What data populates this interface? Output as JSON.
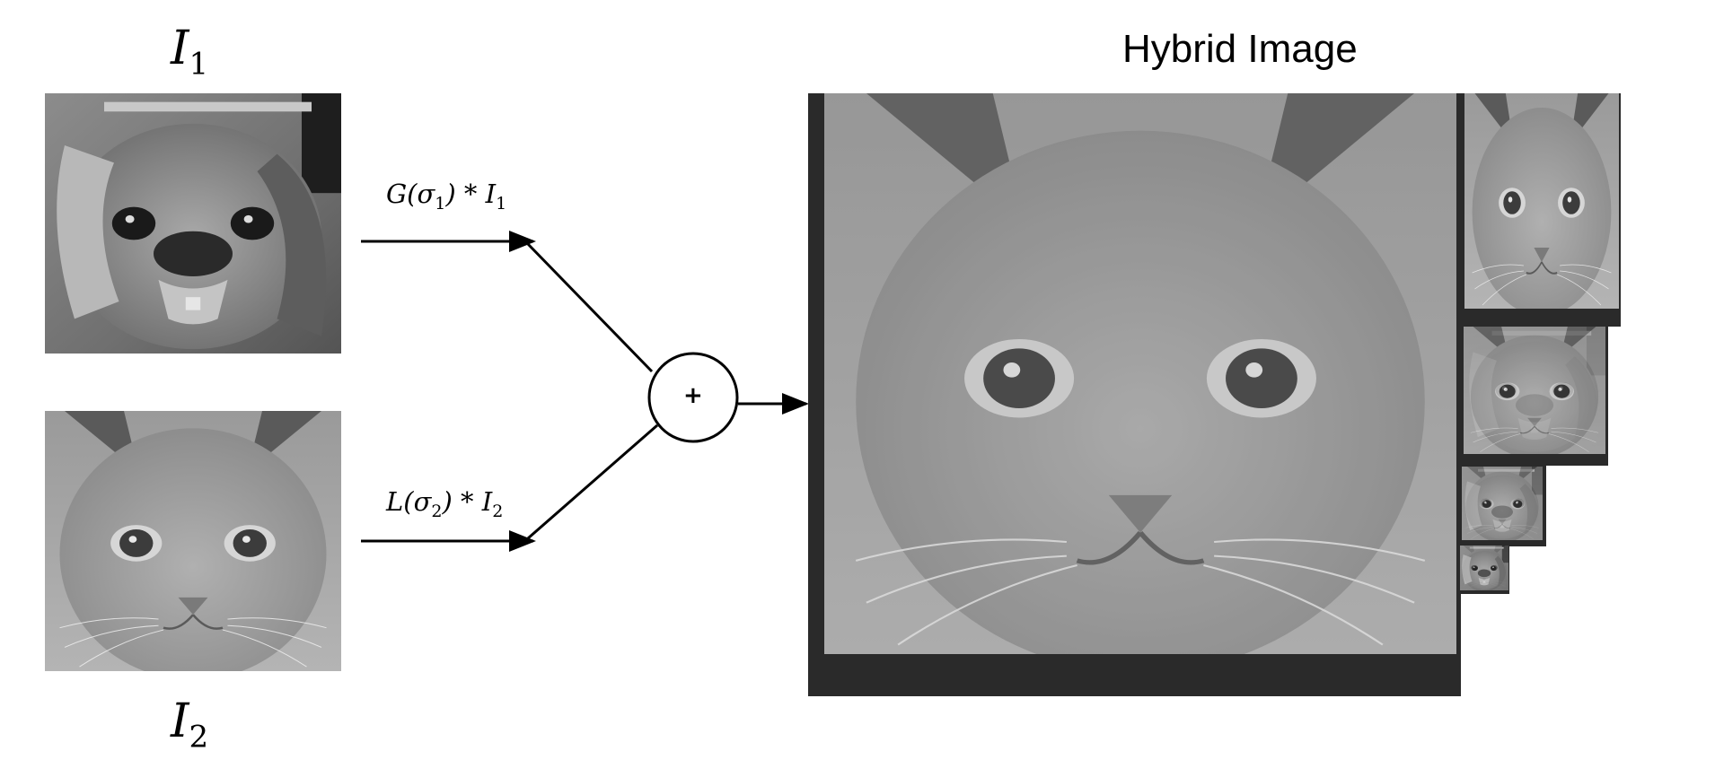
{
  "inputs": {
    "top_label": {
      "symbol": "I",
      "subscript": "1"
    },
    "bottom_label": {
      "symbol": "I",
      "subscript": "2"
    },
    "top_image": "dog-photo-grayscale",
    "bottom_image": "kitten-photo-grayscale"
  },
  "edges": {
    "top": {
      "func": "G(",
      "sigma": "σ",
      "sigma_sub": "1",
      "rest": ") * ",
      "img": "I",
      "img_sub": "1"
    },
    "bottom": {
      "func": "L(",
      "sigma": "σ",
      "sigma_sub": "2",
      "rest": ") * ",
      "img": "I",
      "img_sub": "2"
    }
  },
  "operator": {
    "symbol": "+"
  },
  "output": {
    "title": "Hybrid Image",
    "pyramid_image": "hybrid-cat-dog-grayscale"
  }
}
